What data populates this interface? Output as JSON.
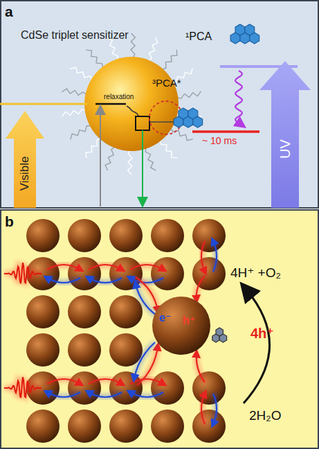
{
  "diagram": {
    "nodes": [
      {
        "text": [
          "Visible"
        ]
      },
      {
        "text": [
          "relaxation"
        ]
      },
      {
        "text": [
          "UV"
        ]
      },
      {
        "text": [
          "e⁻",
          "h⁺"
        ]
      }
    ],
    "labels": [
      "a",
      "CdSe triplet sensitizer",
      "³PCA*",
      "¹PCA",
      "~ 10 ms",
      "b",
      "4H⁺ +O₂",
      "4h⁺",
      "2H₂O"
    ]
  }
}
